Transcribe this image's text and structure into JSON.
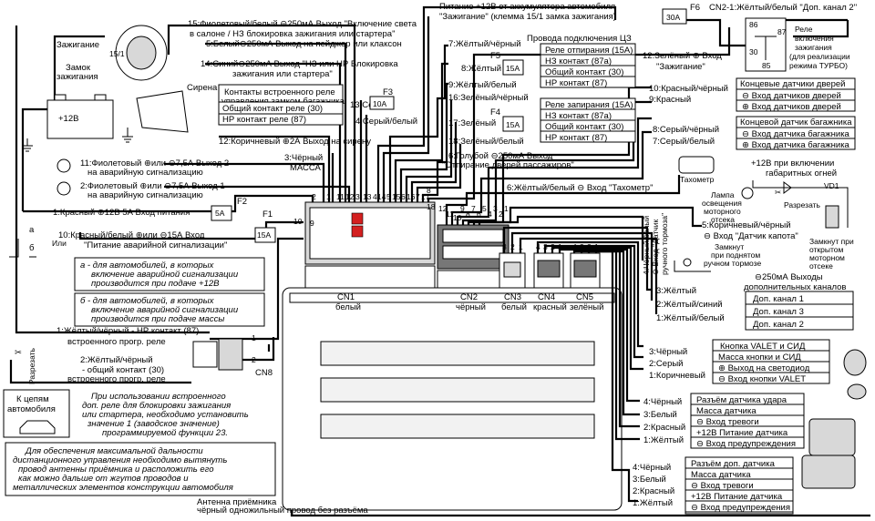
{
  "top": {
    "power": "Питание +12В от аккумулятора автомобиля",
    "ignition_terminal": "\"Зажигание\" (клемма 15/1 замка зажигания)",
    "f6_label": "F6",
    "f6_value": "30A",
    "cn2_1": "CN2-1:Жёлтый/белый \"Доп. канал 2\""
  },
  "turbo_relay": {
    "p86": "86",
    "p87": "87",
    "p30": "30",
    "p85": "85",
    "label": [
      "Реле",
      "включения",
      "зажигания",
      "(для реализации",
      "режима ТУРБО)"
    ]
  },
  "left_top": {
    "w15": "15:Фиолетовый/белый ⊖250мА Выход \"Включение света",
    "w15b": "в салоне / НЗ блокировка зажигания или стартера\"",
    "w5": "5:Белый⊖250мА Выход на пейджер или клаксон",
    "w14": "14:Синий⊖250мА Выход \"НЗ или НР Блокировка",
    "w14b": "зажигания или стартера\"",
    "ignition": "Зажигание",
    "switch_pin": "15/1",
    "ignition_lock": [
      "Замок",
      "зажигания"
    ],
    "siren": "Сирена",
    "battery": "+12В"
  },
  "trunk_relay": {
    "title": [
      "Контакты встроенного реле",
      "управления замком багажника"
    ],
    "rows": [
      "Общий контакт реле (30)",
      "НР контакт реле (87)"
    ],
    "w13": "13:Серый",
    "w4": "4:Серый/белый",
    "fuse_label": "F3",
    "fuse_value": "10A"
  },
  "central_lock": {
    "title": "Провода подключения ЦЗ",
    "w7": "7:Жёлтый/чёрный",
    "w8": "8:Жёлтый",
    "w9": "9:Жёлтый/белый",
    "w16": "16:Зелёный/чёрный",
    "w17": "17:Зелёный",
    "w18": "18:Зелёный/белый",
    "f5": "F5",
    "f5_value": "15A",
    "f4": "F4",
    "f4_value": "15A",
    "unlock_relay": {
      "title": "Реле отпирания (15А)",
      "rows": [
        "НЗ контакт (87а)",
        "Общий контакт (30)",
        "НР контакт (87)"
      ]
    },
    "lock_relay": {
      "title": "Реле запирания (15А)",
      "rows": [
        "НЗ контакт (87а)",
        "Общий контакт (30)",
        "НР контакт (87)"
      ]
    }
  },
  "mid_wires": {
    "w12_green": "12:Зелёный ⊕ Вход",
    "w12_green_b": "\"Зажигание\"",
    "w12_brown": "12:Коричневый ⊕2А Выход на сирену",
    "w3_black": "3:Чёрный",
    "mass": "МАССА",
    "w11": "11:Фиолетовый ⊕или ⊖7,5А Выход 2",
    "w11b": "на аварийную сигнализацию",
    "w2": "2:Фиолетовый ⊕или ⊖7,5А Выход 1",
    "w2b": "на аварийную сигнализацию",
    "w1": "1:Красный ⊕12В 5А Вход питания",
    "f2": "F2",
    "f2_value": "5A",
    "f1": "F1",
    "f1_value": "15A",
    "w10": "10:Красный/белый ⊕или ⊖15А Вход",
    "w10b": "\"Питание аварийной сигнализации\"",
    "ili": "Или",
    "a": "а",
    "b": "б",
    "w6": "6:Голубой ⊖250мА Выход",
    "w6b": "\"Отпирание дверей пассажиров\"",
    "w6_tacho": "6:Жёлтый/белый ⊖ Вход \"Тахометр\""
  },
  "pins_cn1": [
    "2",
    "1",
    "11",
    "12",
    "3",
    "13",
    "4",
    "14",
    "5",
    "15",
    "6",
    "16",
    "7",
    "17",
    "8",
    "18",
    "9",
    "10"
  ],
  "pins_cn2": [
    "12",
    "11",
    "10",
    "9",
    "8",
    "7",
    "6",
    "5",
    "4",
    "3",
    "2",
    "1"
  ],
  "note_a": [
    "а - для автомобилей, в которых",
    "включение аварийной сигнализации",
    "производится при подаче +12В"
  ],
  "note_b": [
    "б - для автомобилей, в которых",
    "включение аварийной сигнализации",
    "производится при подаче массы"
  ],
  "door_sensors": {
    "w10": "10:Красный/чёрный",
    "w9": "9:Красный",
    "title": "Концевые датчики дверей",
    "rows": [
      "⊖ Вход датчиков дверей",
      "⊕ Вход датчиков дверей"
    ]
  },
  "trunk_sensor": {
    "w8": "8:Серый/чёрный",
    "w7": "7:Серый/белый",
    "title": "Концевой датчик багажника",
    "rows": [
      "⊖ Вход датчика багажника",
      "⊕ Вход датчика багажника"
    ]
  },
  "right_mid": {
    "tacho": "Тахометр",
    "plus12": "+12В при включении",
    "side_lights": "габаритных огней",
    "vd1": "VD1",
    "lamp": [
      "Лампа",
      "освещения",
      "моторного",
      "отсека"
    ],
    "cut": "Разрезать",
    "hood_wire": "5:Коричневый/чёрный",
    "hood_input": "⊖ Вход \"Датчик капота\"",
    "hood_closed": [
      "Замкнут при",
      "открытом",
      "моторном",
      "отсеке"
    ],
    "handbrake": [
      "4:Чёрный/белый",
      "⊖ Вход \"Датчик",
      "ручного тормоза\""
    ],
    "handbrake_closed": [
      "Замкнут",
      "при поднятом",
      "ручном тормозе"
    ]
  },
  "connectors": {
    "cn1": "CN1",
    "cn1_color": "белый",
    "cn2": "CN2",
    "cn2_color": "чёрный",
    "cn3": "CN3",
    "cn3_color": "белый",
    "cn4": "CN4",
    "cn4_color": "красный",
    "cn5": "CN5",
    "cn5_color": "зелёный",
    "cn8": "CN8",
    "pins3": [
      "3",
      "2",
      "1"
    ],
    "pins4": [
      "4",
      "3",
      "2",
      "1"
    ],
    "pins4b": [
      "4",
      "3",
      "2",
      "1"
    ]
  },
  "extra_channels": {
    "title": [
      "⊖250мА Выходы",
      "дополнительных каналов"
    ],
    "wires": [
      "3:Жёлтый",
      "2:Жёлтый/синий",
      "1:Жёлтый/белый"
    ],
    "rows": [
      "Доп. канал 1",
      "Доп. канал 3",
      "Доп. канал 2"
    ]
  },
  "embedded_relay": {
    "w1": "1:Жёлтый/чёрный - НР контакт (87)",
    "w1b": "встроенного прогр. реле",
    "w2": "2:Жёлтый/чёрный",
    "w2b": "- общий контакт (30)",
    "w2c": "встроенного прогр. реле",
    "p1": "1",
    "p2": "2",
    "cut": "Разрезать",
    "note": [
      "При использовании встроенного",
      "доп. реле для блокировки зажигания",
      "или стартера, необходимо установить",
      "значение 1  (заводское значение)",
      "программируемой функции 23."
    ],
    "chains": [
      "К цепям",
      "автомобиля"
    ]
  },
  "valet": {
    "wires": [
      "3:Чёрный",
      "2:Серый",
      "1:Коричневый"
    ],
    "title": "Кнопка VALET и СИД",
    "rows": [
      "Масса кнопки и СИД",
      "⊕ Выход на светодиод",
      "⊖ Вход кнопки VALET"
    ]
  },
  "shock": {
    "wires": [
      "4:Чёрный",
      "3:Белый",
      "2:Красный",
      "1:Жёлтый"
    ],
    "title": "Разъём датчика удара",
    "rows": [
      "Масса датчика",
      "⊖ Вход тревоги",
      "+12В Питание датчика",
      "⊖ Вход предупреждения"
    ]
  },
  "extra_sensor": {
    "wires": [
      "4:Чёрный",
      "3:Белый",
      "2:Красный",
      "1:Жёлтый"
    ],
    "title": "Разъём доп. датчика",
    "rows": [
      "Масса датчика",
      "⊖ Вход тревоги",
      "+12В Питание датчика",
      "⊖ Вход предупреждения"
    ]
  },
  "antenna_note": [
    "Для обеспечения максимальной дальности",
    "дистанционного управления необходимо вытянуть",
    "провод антенны приёмника и расположить его",
    "как можно дальше от жгутов проводов и",
    "металлических элементов конструкции автомобиля"
  ],
  "antenna": [
    "Антенна приёмника",
    "чёрный одножильный провод без разъёма"
  ]
}
